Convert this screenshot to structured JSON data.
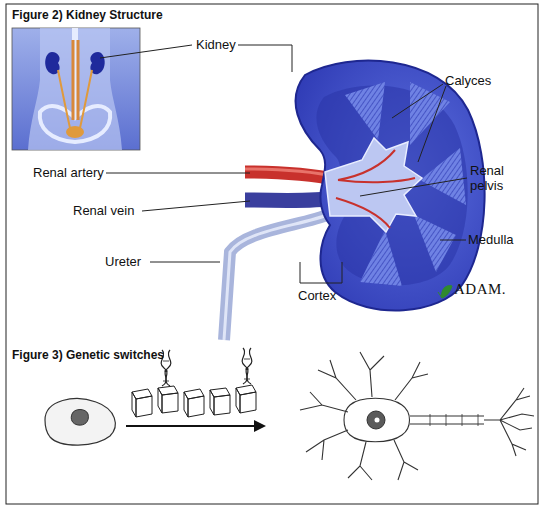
{
  "diagram": {
    "title": "Figure 2) Kidney Structure",
    "labels": [
      "Kidney",
      "Calyces",
      "Renal artery",
      "Renal pelvis",
      "Renal vein",
      "Medulla",
      "Ureter",
      "Cortex",
      "ADAM.",
      "Figure 3) Genetic switches"
    ]
  }
}
